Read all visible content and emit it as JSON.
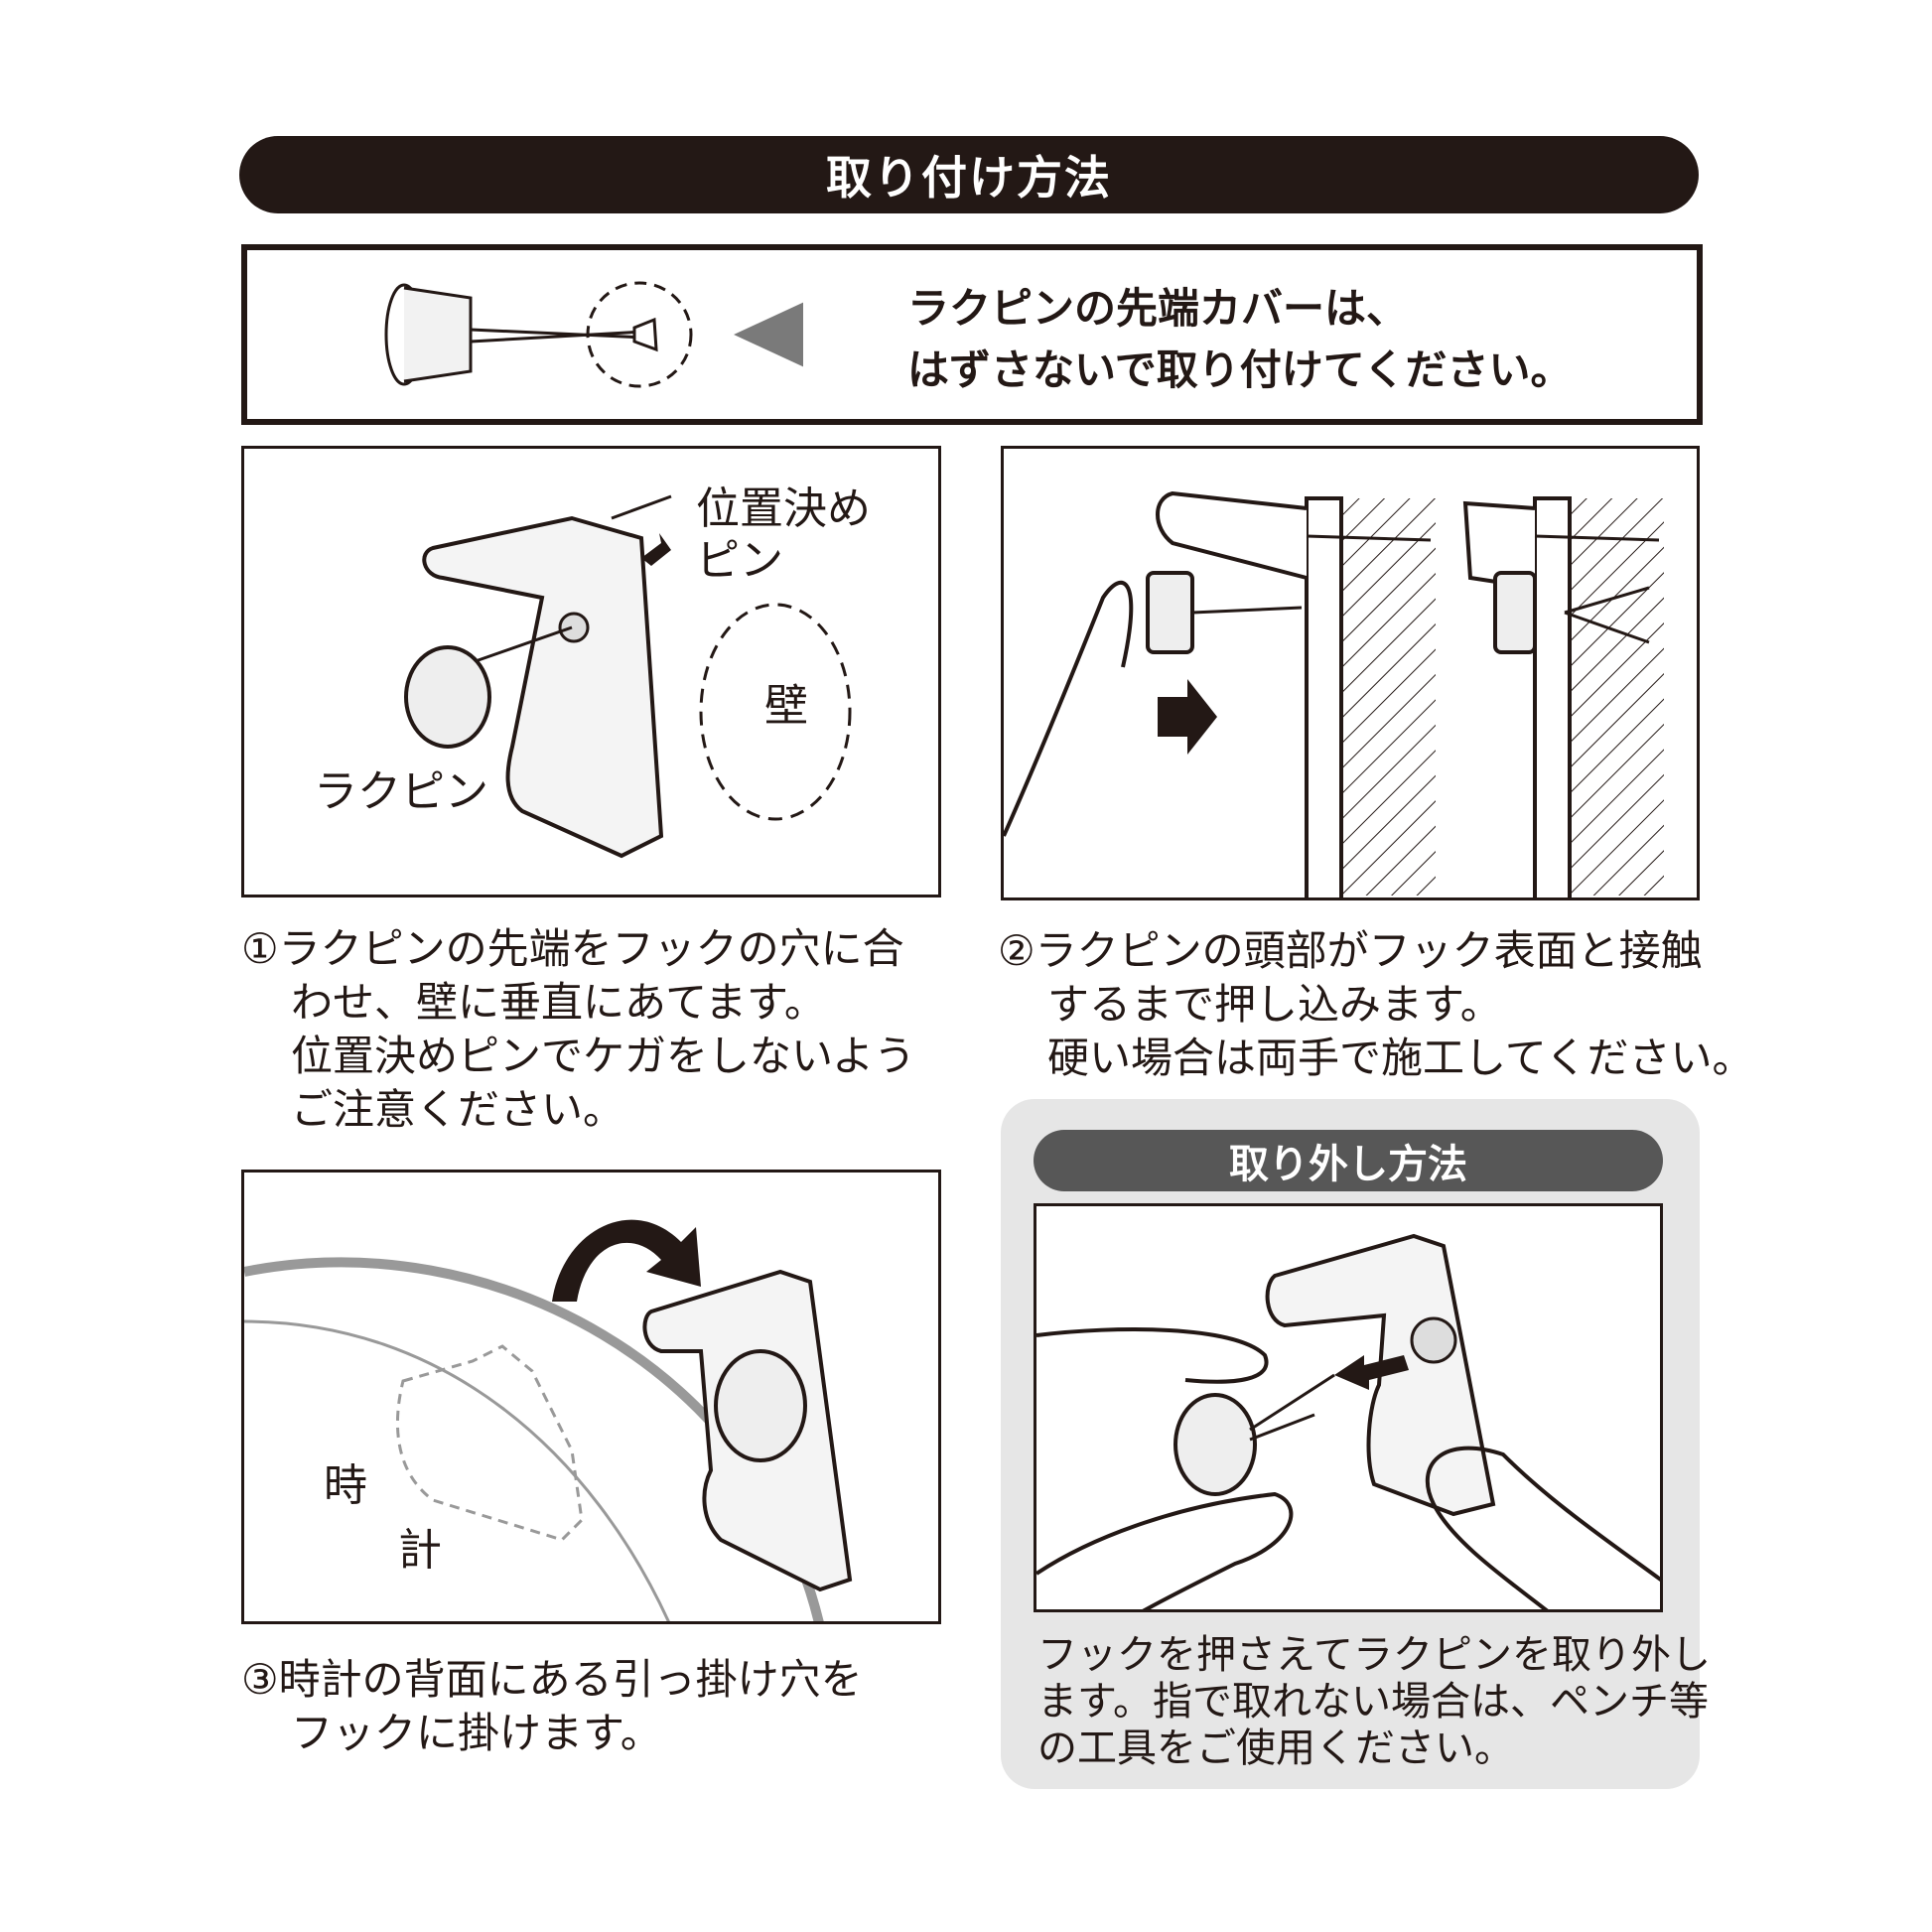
{
  "title": "取り付け方法",
  "notice": {
    "lines": [
      "ラクピンの先端カバーは、",
      "はずさないで取り付けてください。"
    ]
  },
  "step1": {
    "labels": {
      "pin_line1": "位置決め",
      "pin_line2": "ピン",
      "wall": "壁",
      "rakupin": "ラクピン"
    },
    "caption": [
      "①ラクピンの先端をフックの穴に合",
      "わせ、壁に垂直にあてます。",
      "位置決めピンでケガをしないよう",
      "ご注意ください。"
    ]
  },
  "step2": {
    "caption": [
      "②ラクピンの頭部がフック表面と接触",
      "するまで押し込みます。",
      "硬い場合は両手で施工してください。"
    ]
  },
  "step3": {
    "labels": {
      "clock_1": "時",
      "clock_2": "計"
    },
    "caption": [
      "③時計の背面にある引っ掛け穴を",
      "フックに掛けます。"
    ]
  },
  "removal": {
    "title": "取り外し方法",
    "caption": [
      "フックを押さえてラクピンを取り外し",
      "ます。指で取れない場合は、ペンチ等",
      "の工具をご使用ください。"
    ]
  },
  "colors": {
    "ink": "#231815",
    "subbar": "#575757",
    "graybox": "#e6e6e6"
  }
}
